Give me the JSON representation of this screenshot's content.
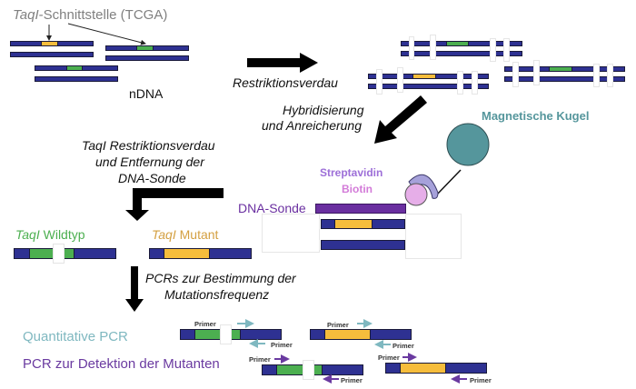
{
  "colors": {
    "dna_strand": "#2e3192",
    "wildtype_site": "#4caf50",
    "mutant_site": "#f6bd3c",
    "probe": "#6a2fa0",
    "magnetic_bead": "#55969c",
    "streptavidin": "#a6a1da",
    "biotin": "#e6aee8",
    "qpcr_text": "#7fb8c0",
    "mutant_pcr_text": "#6a3aa0",
    "wildtype_label": "#4caf50",
    "mutant_label": "#d4a042"
  },
  "labels": {
    "taqi_site_prefix": "TaqI",
    "taqi_site_suffix": "-Schnittstelle (TCGA)",
    "ndna": "nDNA",
    "restriction_digest": "Restriktionsverdau",
    "hybridization_line1": "Hybridisierung",
    "hybridization_line2": "und Anreicherung",
    "magnetic_bead": "Magnetische Kugel",
    "streptavidin": "Streptavidin",
    "biotin": "Biotin",
    "dna_probe": "DNA-Sonde",
    "taqi_digest_line1": "TaqI Restriktionsverdau",
    "taqi_digest_line2": "und Entfernung der",
    "taqi_digest_line3": "DNA-Sonde",
    "wildtype_prefix": "TaqI",
    "wildtype_suffix": " Wildtyp",
    "mutant_prefix": "TaqI",
    "mutant_suffix": " Mutant",
    "pcr_line1": "PCRs zur Bestimmung der",
    "pcr_line2": "Mutationsfrequenz",
    "quantitative_pcr": "Quantitative PCR",
    "mutant_pcr": "PCR zur Detektion der Mutanten",
    "primer": "Primer"
  }
}
